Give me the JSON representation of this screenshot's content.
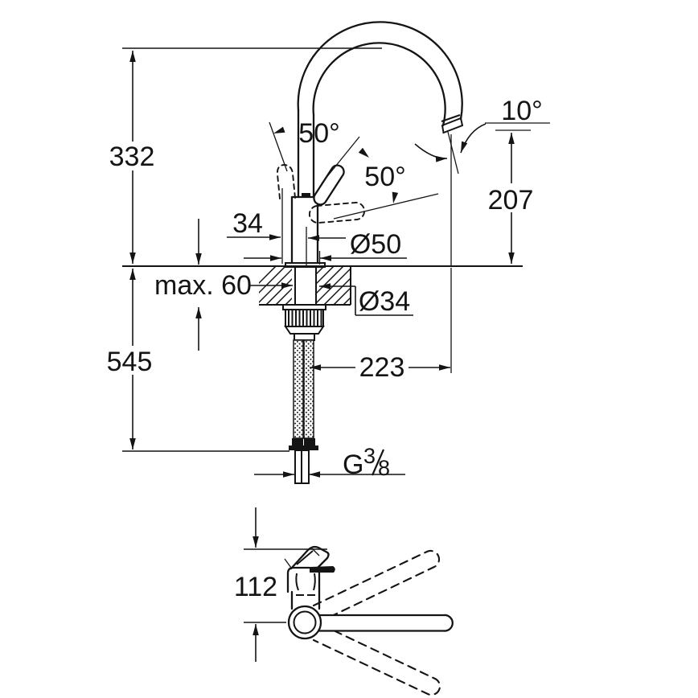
{
  "front": {
    "overall_height": "332",
    "spout_swivel_angle": "50°",
    "lever_open_angle": "50°",
    "outlet_angle": "10°",
    "outlet_height": "207",
    "lever_offset": "34",
    "base_diameter": "Ø50",
    "max_counter_thickness": "max. 60",
    "shank_diameter": "Ø34",
    "hose_length": "545",
    "spout_reach": "223",
    "thread_prefix": "G",
    "thread_numerator": "3",
    "thread_denominator": "8"
  },
  "top": {
    "swivel_body_height": "112"
  },
  "colors": {
    "line": "#141414",
    "background": "#ffffff"
  }
}
